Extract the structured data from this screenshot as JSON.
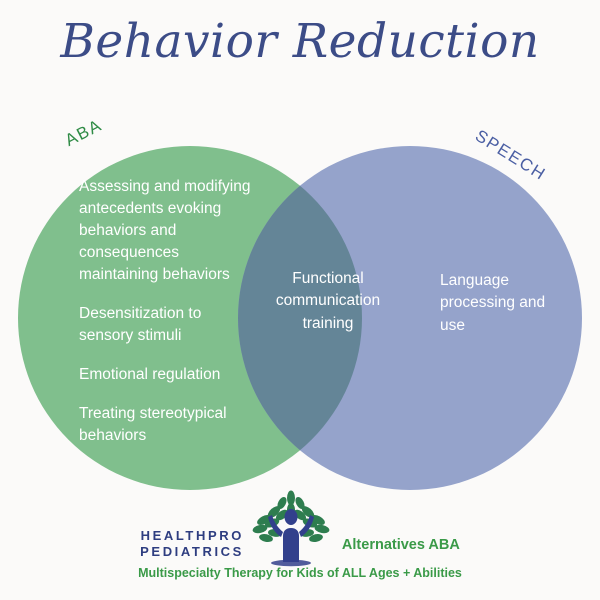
{
  "page": {
    "title": "Behavior Reduction",
    "background_color": "#fbfaf9"
  },
  "colors": {
    "title_navy": "#3c4c87",
    "aba_green": "#80bf8d",
    "speech_periwinkle": "#95a3cb",
    "overlap_slate": "#648597",
    "label_green": "#2f8b46",
    "label_blue": "#4a5ea3",
    "body_text": "#ffffff",
    "logo_navy": "#2e3d80",
    "logo_green": "#3a9a48"
  },
  "venn": {
    "left_circle": {
      "label": "ABA",
      "fill": "#80bf8d",
      "items": [
        "Assessing and modifying antecedents evoking behaviors and consequences maintaining behaviors",
        "Desensitization to sensory stimuli",
        "Emotional regulation",
        "Treating stereotypical behaviors"
      ]
    },
    "right_circle": {
      "label": "SPEECH",
      "fill": "#95a3cb",
      "items": [
        "Language processing and use"
      ]
    },
    "intersection": {
      "fill": "#648597",
      "text": "Functional communication training"
    }
  },
  "logo": {
    "brand_line1": "HEALTHPRO",
    "brand_line2": "PEDIATRICS",
    "partner": "Alternatives ABA",
    "tagline": "Multispecialty Therapy for Kids of ALL Ages + Abilities",
    "icon_name": "tree-person-logo"
  }
}
